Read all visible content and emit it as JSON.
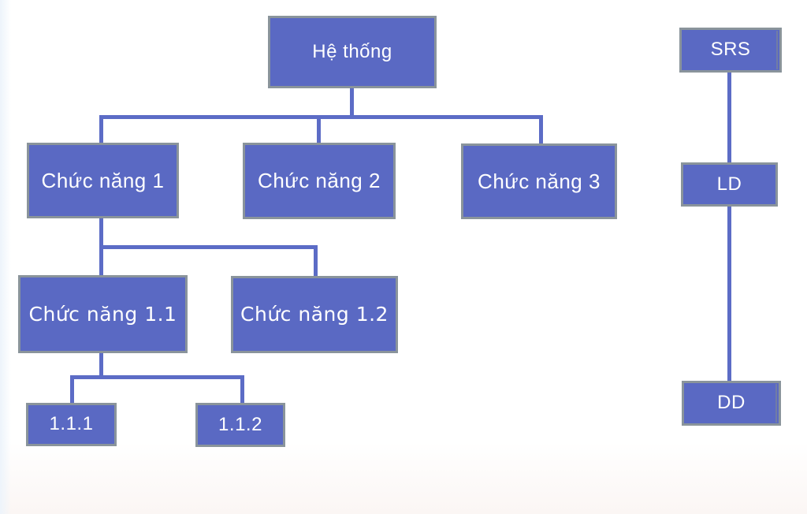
{
  "diagram": {
    "colors": {
      "node_fill": "#5a69c3",
      "node_border": "#8a949b",
      "connector": "#5c6cc6",
      "text": "#ffffff",
      "background": "#ffffff"
    },
    "nodes": {
      "root": {
        "label": "Hệ thống"
      },
      "cn1": {
        "label": "Chức năng 1"
      },
      "cn2": {
        "label": "Chức năng 2"
      },
      "cn3": {
        "label": "Chức năng 3"
      },
      "cn11": {
        "label": "Chức năng 1.1"
      },
      "cn12": {
        "label": "Chức năng 1.2"
      },
      "n111": {
        "label": "1.1.1"
      },
      "n112": {
        "label": "1.1.2"
      },
      "srs": {
        "label": "SRS"
      },
      "ld": {
        "label": "LD"
      },
      "dd": {
        "label": "DD"
      }
    },
    "hierarchy": [
      {
        "parent": "Hệ thống",
        "children": [
          "Chức năng 1",
          "Chức năng 2",
          "Chức năng 3"
        ]
      },
      {
        "parent": "Chức năng 1",
        "children": [
          "Chức năng 1.1",
          "Chức năng 1.2"
        ]
      },
      {
        "parent": "Chức năng 1.1",
        "children": [
          "1.1.1",
          "1.1.2"
        ]
      },
      {
        "parent": "SRS",
        "children": [
          "LD"
        ]
      },
      {
        "parent": "LD",
        "children": [
          "DD"
        ]
      }
    ]
  }
}
